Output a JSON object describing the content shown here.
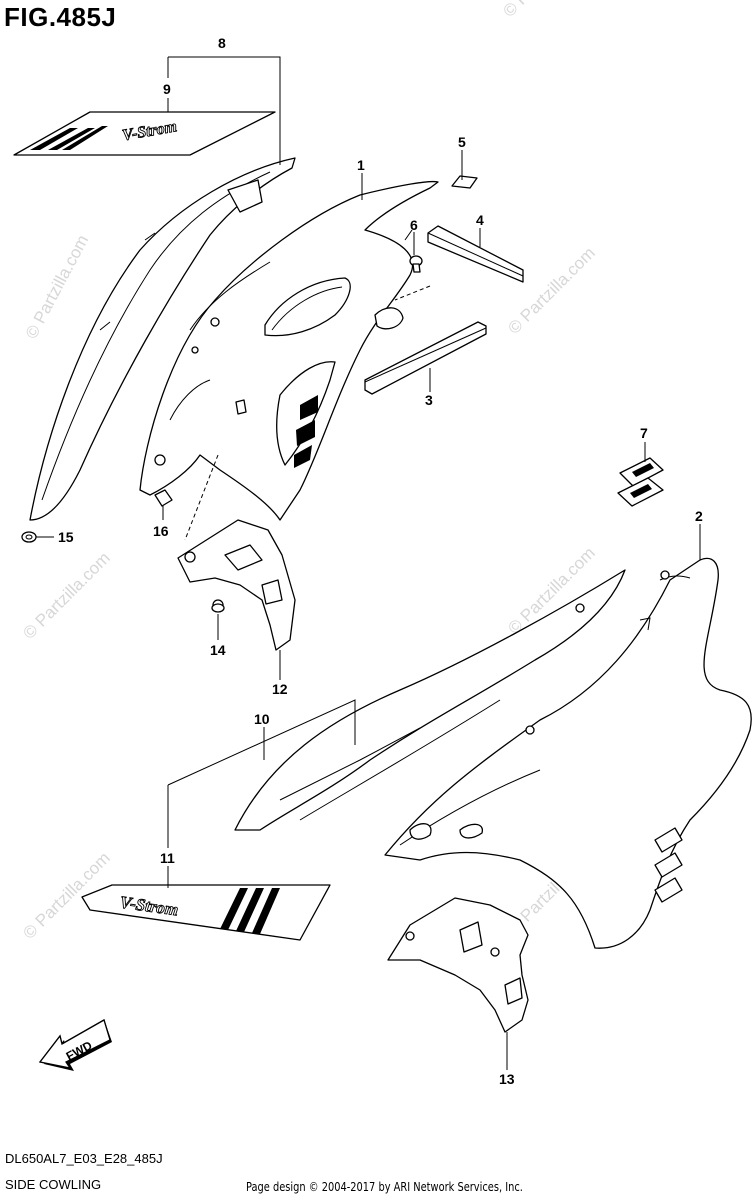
{
  "figure": {
    "title": "FIG.485J",
    "model_code": "DL650AL7_E03_E28_485J",
    "section_name": "SIDE COWLING",
    "credit": "Page design © 2004-2017 by ARI Network Services, Inc."
  },
  "watermark": "© Partzilla.com",
  "decal_text": "V-Strom",
  "badge_text": "FWD",
  "callouts": [
    "1",
    "2",
    "3",
    "4",
    "5",
    "6",
    "7",
    "8",
    "9",
    "10",
    "11",
    "12",
    "13",
    "14",
    "15",
    "16"
  ]
}
